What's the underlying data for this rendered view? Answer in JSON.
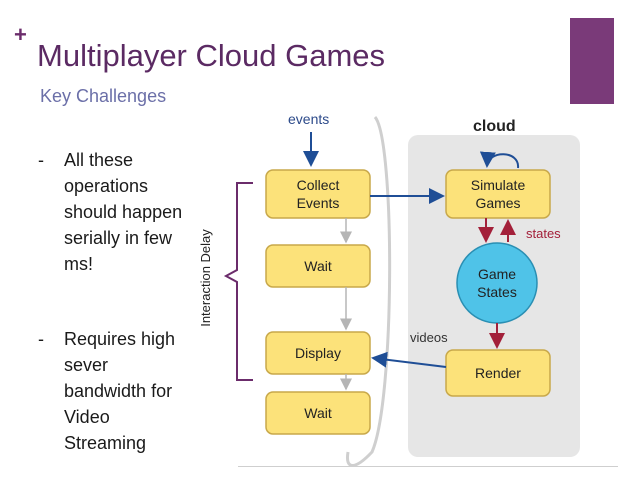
{
  "slide": {
    "title": "Multiplayer Cloud Games",
    "subtitle": "Key Challenges",
    "bullets": [
      {
        "dash": "-",
        "text": "All these operations should happen serially in few ms!"
      },
      {
        "dash": "-",
        "text": "Requires high sever bandwidth for Video Streaming"
      }
    ]
  },
  "diagram": {
    "events_label": "events",
    "cloud_label": "cloud",
    "states_label": "states",
    "videos_label": "videos",
    "interaction_delay_label": "Interaction Delay",
    "client_boxes": {
      "collect_line1": "Collect",
      "collect_line2": "Events",
      "wait1": "Wait",
      "display": "Display",
      "wait2": "Wait"
    },
    "cloud_boxes": {
      "simulate_line1": "Simulate",
      "simulate_line2": "Games",
      "game_states_line1": "Game",
      "game_states_line2": "States",
      "render": "Render"
    },
    "colors": {
      "box_fill": "#fce27a",
      "box_stroke": "#c8a84a",
      "cloud_bg": "#e6e6e6",
      "circle_fill": "#4fc3e8",
      "arrow_blue": "#1f4e96",
      "arrow_red": "#a3203a",
      "accent": "#7a3a79"
    }
  }
}
